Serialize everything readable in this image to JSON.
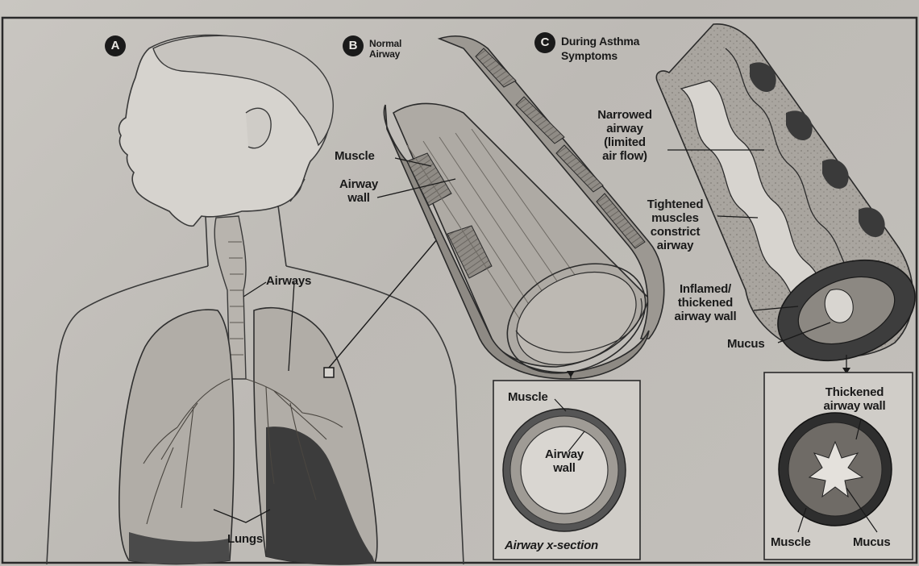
{
  "panels": {
    "a": {
      "badge": "A"
    },
    "b": {
      "badge": "B",
      "title": "Normal\nAirway"
    },
    "c": {
      "badge": "C",
      "title": "During Asthma\nSymptoms"
    }
  },
  "labels": {
    "airways": "Airways",
    "lungs": "Lungs",
    "muscle_b": "Muscle",
    "airway_wall_b": "Airway\nwall",
    "narrowed_airway": "Narrowed\nairway\n(limited\nair flow)",
    "tightened_muscles": "Tightened\nmuscles\nconstrict\nairway",
    "inflamed_wall": "Inflamed/\nthickened\nairway wall",
    "mucus_c": "Mucus",
    "xsection_muscle": "Muscle",
    "xsection_wall": "Airway\nwall",
    "xsection_caption": "Airway x-section",
    "thickened_wall": "Thickened\nairway wall",
    "xsection_c_muscle": "Muscle",
    "xsection_c_mucus": "Mucus"
  },
  "colors": {
    "background": "#c3c0bb",
    "ink": "#1a1a1a",
    "lung_dark": "#3a3a3a",
    "tissue": "#9a9690"
  }
}
